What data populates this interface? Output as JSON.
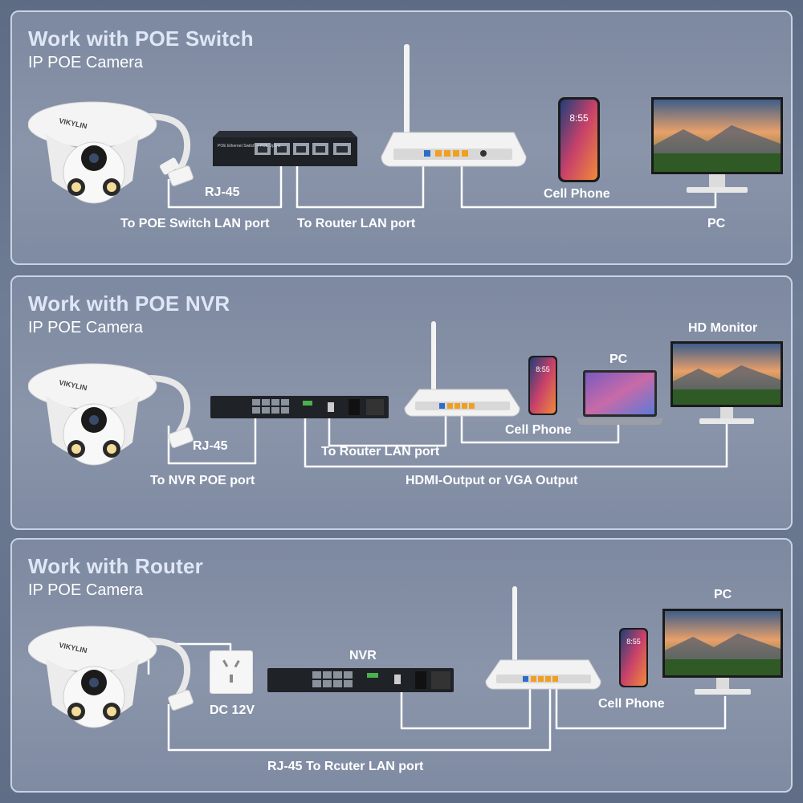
{
  "panels": [
    {
      "title": "Work with POE Switch",
      "subtitle": "IP POE Camera",
      "labels": {
        "rj45": "RJ-45",
        "switch_port": "To POE Switch LAN port",
        "router_port": "To Router LAN port",
        "phone": "Cell Phone",
        "pc": "PC"
      }
    },
    {
      "title": "Work with POE NVR",
      "subtitle": "IP POE Camera",
      "labels": {
        "rj45": "RJ-45",
        "nvr_port": "To NVR POE port",
        "router_port": "To Router LAN port",
        "hdmi": "HDMI-Output or VGA Output",
        "phone": "Cell Phone",
        "pc": "PC",
        "monitor": "HD Monitor"
      }
    },
    {
      "title": "Work with Router",
      "subtitle": "IP POE Camera",
      "labels": {
        "nvr": "NVR",
        "dc": "DC 12V",
        "rj45_router": "RJ-45 To Rcuter LAN port",
        "phone": "Cell Phone",
        "pc": "PC"
      }
    }
  ],
  "camera_brand": "VIKYLIN",
  "phone_time": "8:55",
  "switch_label": "POE Ethernet Switch 4 POE Uplink",
  "colors": {
    "wire": "#ffffff",
    "router_port": "#f0a020",
    "title": "#dfe7f7",
    "panel_border": "#c9d2e3"
  }
}
